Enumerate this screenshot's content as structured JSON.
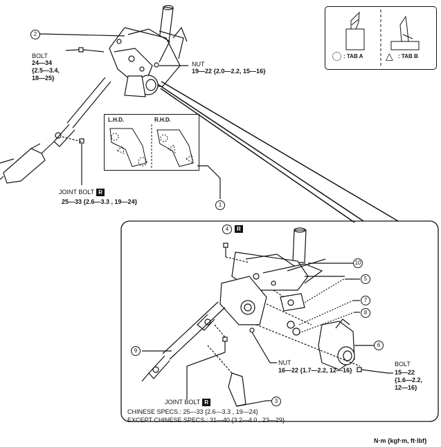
{
  "legend": {
    "tab_a": ": TAB A",
    "tab_b": ": TAB B"
  },
  "callouts": {
    "c1": "1",
    "c2": "2",
    "c3": "3",
    "c4": "4",
    "c5": "5",
    "c6": "6",
    "c7": "7",
    "c8": "8",
    "c9": "9",
    "c10": "10"
  },
  "inset": {
    "lhd": "L.H.D.",
    "rhd": "R.H.D."
  },
  "top_bolt": {
    "name": "BOLT",
    "spec1": "24—34",
    "spec2": "{2.5—3.4,",
    "spec3": "18—25}"
  },
  "top_nut": {
    "name": "NUT",
    "spec": "19—22 {2.0—2.2, 15—16}"
  },
  "top_joint_bolt": {
    "name": "JOINT BOLT",
    "badge": "R",
    "spec": "25—33 {2.6—3.3 , 19—24}"
  },
  "detail_badge4": "R",
  "detail_nut": {
    "name": "NUT",
    "spec": "16—22 {1.7—2.2, 12—16}"
  },
  "detail_bolt": {
    "name": "BOLT",
    "spec1": "15—22",
    "spec2": "{1.6—2.2,",
    "spec3": "12—16}"
  },
  "detail_joint_bolt": {
    "name": "JOINT BOLT",
    "badge": "R",
    "chinese": "CHINESE SPECS.: 25—33 {2.6—3.3 , 19—24}",
    "except": "EXCEPT CHINESE SPECS.: 31—40 {3.2—4.0 , 23—29}"
  },
  "units": "N·m {kgf·m, ft·lbf}"
}
